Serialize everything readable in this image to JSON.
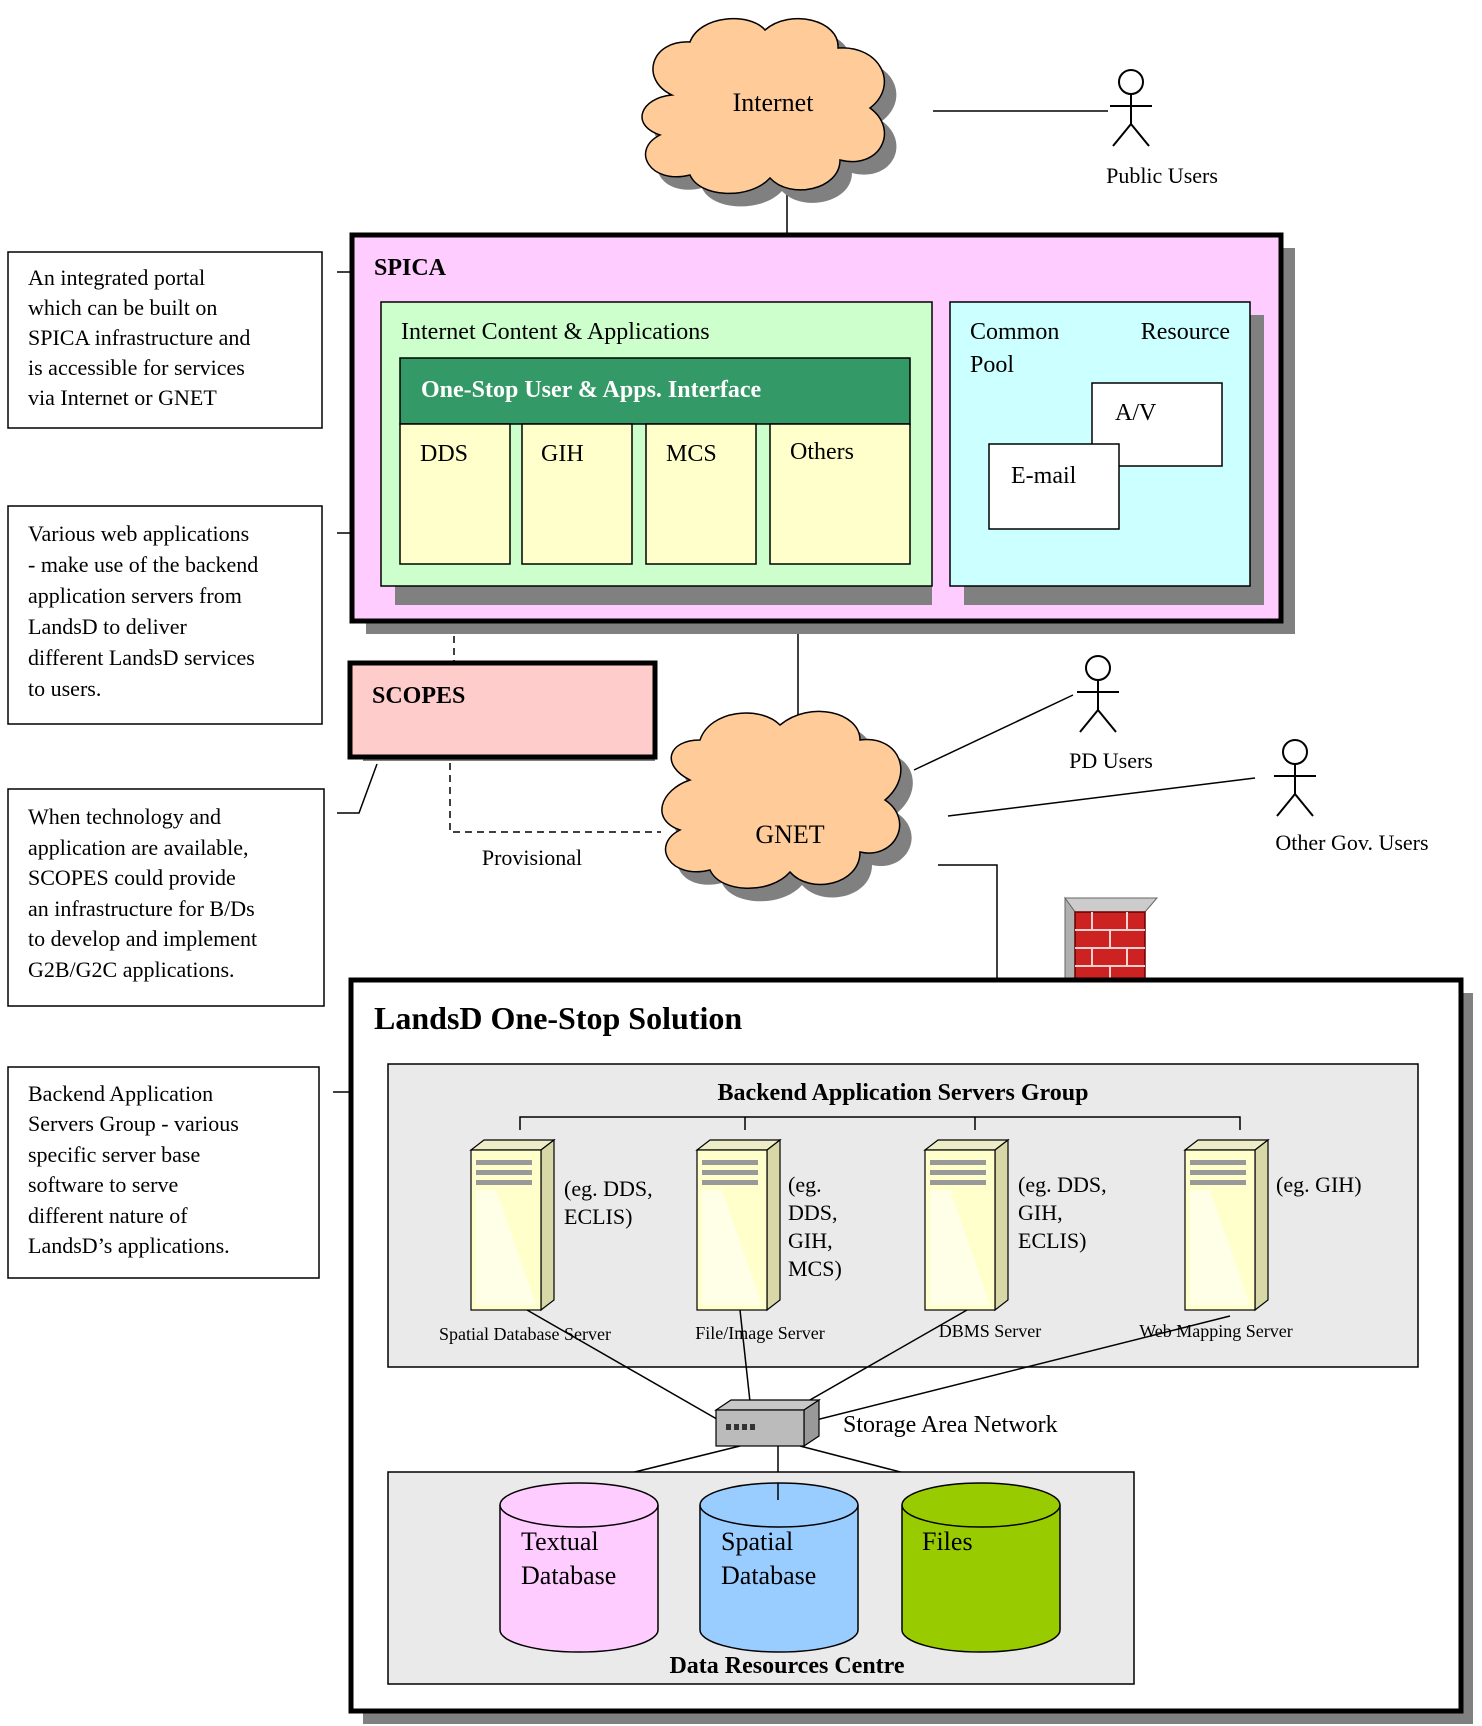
{
  "internet": {
    "label": "Internet"
  },
  "public_users": {
    "label": "Public Users"
  },
  "spica": {
    "title": "SPICA",
    "internet_content_title": "Internet Content & Applications",
    "onestop_bar": "One-Stop User & Apps. Interface",
    "apps": [
      "DDS",
      "GIH",
      "MCS",
      "Others"
    ],
    "common_pool_line1_a": "Common",
    "common_pool_line1_b": "Resource",
    "common_pool_line2": "Pool",
    "av_label": "A/V",
    "email_label": "E-mail"
  },
  "notes": {
    "portal": [
      "An integrated portal",
      "which can be built on",
      "SPICA infrastructure and",
      "is accessible for services",
      "via Internet or GNET"
    ],
    "web_apps": [
      "Various web applications",
      "- make use of the backend",
      "application servers from",
      "LandsD to deliver",
      "different LandsD services",
      "to users."
    ],
    "scopes": [
      "When technology and",
      "application are available,",
      "SCOPES could provide",
      "an infrastructure for B/Ds",
      "to develop and implement",
      "G2B/G2C applications."
    ],
    "backend": [
      "Backend Application",
      "Servers Group - various",
      "specific server base",
      "software to serve",
      "different nature of",
      "LandsD’s applications."
    ]
  },
  "scopes": {
    "label": "SCOPES"
  },
  "gnet": {
    "label": "GNET",
    "provisional": "Provisional"
  },
  "pd_users": {
    "label": "PD Users"
  },
  "other_gov_users": {
    "label": "Other Gov. Users"
  },
  "landsd": {
    "title": "LandsD One-Stop Solution",
    "backend_group_title": "Backend Application Servers Group",
    "servers": [
      {
        "name": "Spatial Database Server",
        "eg": [
          "(eg. DDS,",
          "ECLIS)"
        ]
      },
      {
        "name": "File/Image Server",
        "eg": [
          "(eg.",
          "DDS,",
          "GIH,",
          "MCS)"
        ]
      },
      {
        "name": "DBMS Server",
        "eg": [
          "(eg. DDS,",
          "GIH,",
          "ECLIS)"
        ]
      },
      {
        "name": "Web Mapping Server",
        "eg": [
          "(eg. GIH)"
        ]
      }
    ],
    "san_label": "Storage Area Network",
    "databases": [
      {
        "lines": [
          "Textual",
          "Database"
        ],
        "color": "#ffccff"
      },
      {
        "lines": [
          "Spatial",
          "Database"
        ],
        "color": "#99ccff"
      },
      {
        "lines": [
          "Files"
        ],
        "color": "#99cc00"
      }
    ],
    "drc_title": "Data Resources Centre"
  },
  "colors": {
    "spica_bg": "#ffccff",
    "content_bg": "#ccffcc",
    "onestop_bar": "#339966",
    "app_bg": "#ffffcc",
    "pool_bg": "#ccffff",
    "scopes_bg": "#ffcccc",
    "cloud": "#ffcc99",
    "group_bg": "#eaeaea",
    "shadow": "#808080"
  }
}
